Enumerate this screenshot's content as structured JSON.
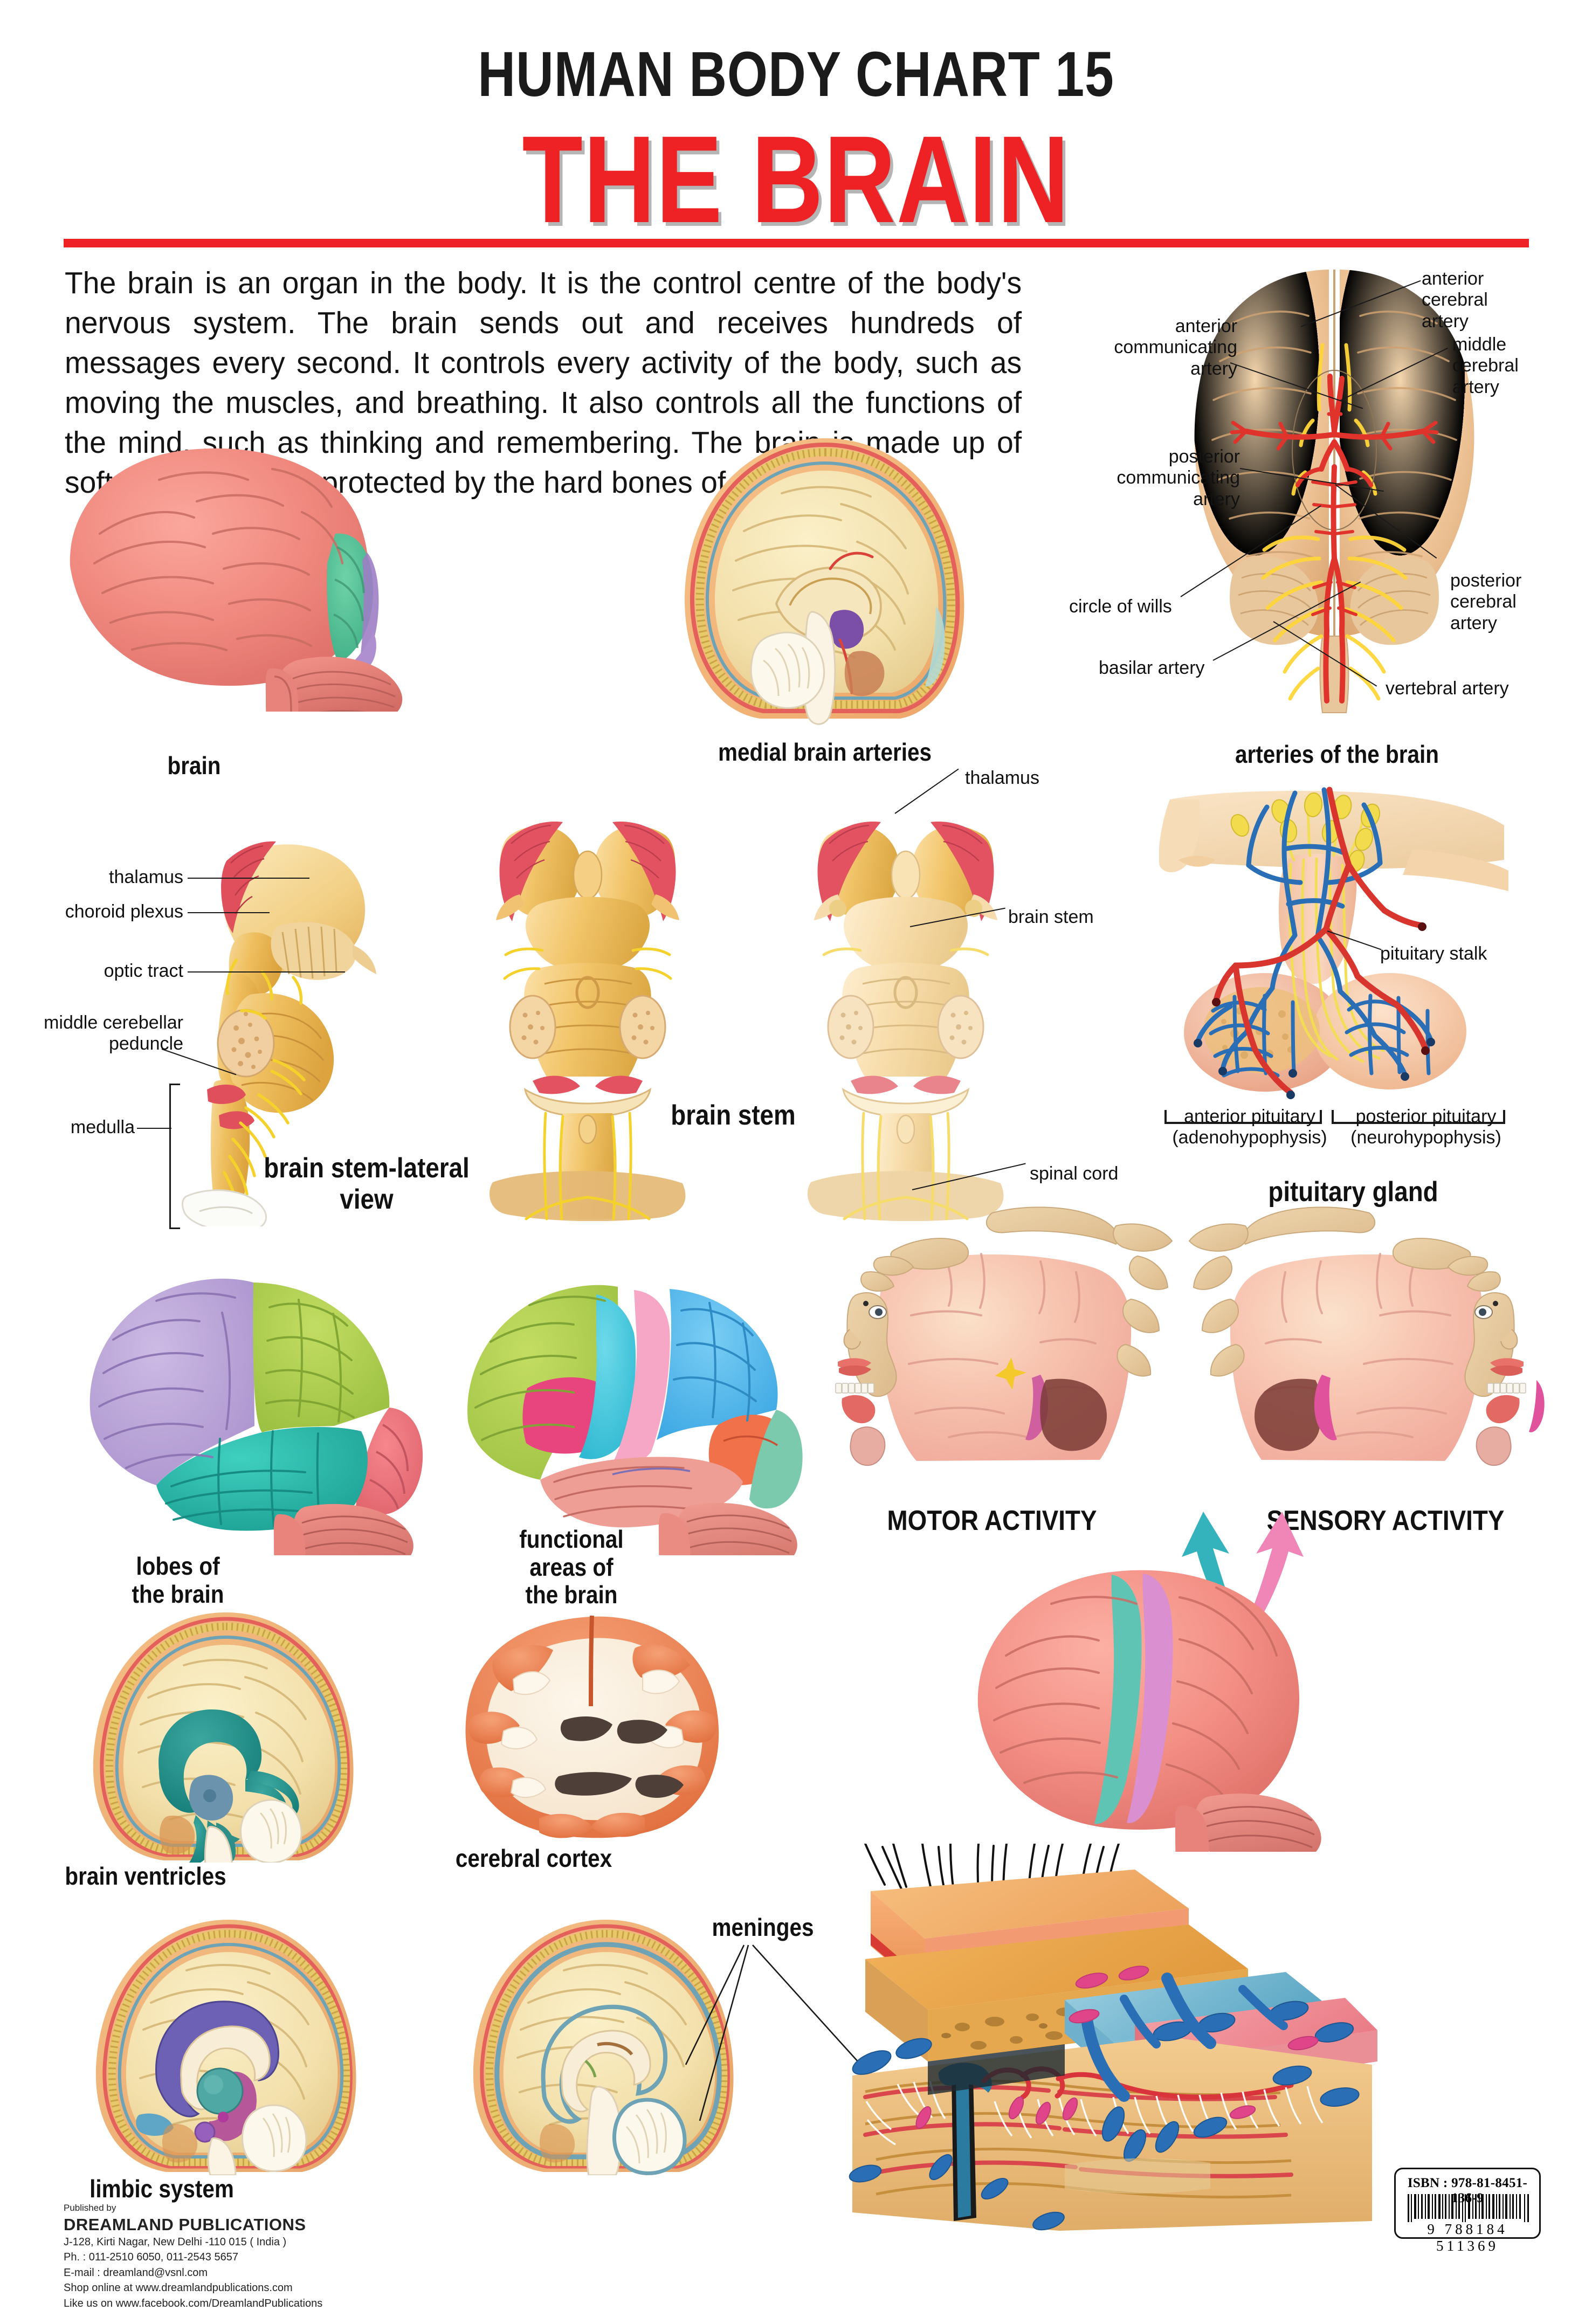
{
  "header": {
    "chart_number": "HUMAN BODY CHART 15",
    "title": "THE BRAIN",
    "divider_color": "#ee2225",
    "title_color": "#ee2225"
  },
  "intro": {
    "paragraph": "The brain is an organ in the body. It is the control centre of the body's nervous system. The brain sends out and receives hundreds of messages every second. It controls every activity of the body, such as moving the muscles, and breathing. It also controls all the functions of the mind, such as thinking and remembering. The brain is made up of soft tissue which is protected by the hard bones of the skull."
  },
  "figures": [
    {
      "id": "brain",
      "caption": "brain"
    },
    {
      "id": "medial-brain-arteries",
      "caption": "medial brain arteries"
    },
    {
      "id": "arteries-of-the-brain",
      "caption": "arteries of the brain"
    },
    {
      "id": "brain-stem-lateral-view",
      "caption": "brain stem-lateral\nview"
    },
    {
      "id": "brain-stem",
      "caption": "brain stem"
    },
    {
      "id": "pituitary-gland",
      "caption": "pituitary gland"
    },
    {
      "id": "lobes-of-the-brain",
      "caption": "lobes of\nthe brain"
    },
    {
      "id": "functional-areas-of-the-brain",
      "caption": "functional\nareas of\nthe brain"
    },
    {
      "id": "motor-activity",
      "caption": "MOTOR ACTIVITY"
    },
    {
      "id": "sensory-activity",
      "caption": "SENSORY ACTIVITY"
    },
    {
      "id": "brain-ventricles",
      "caption": "brain ventricles"
    },
    {
      "id": "cerebral-cortex",
      "caption": "cerebral cortex"
    },
    {
      "id": "limbic-system",
      "caption": "limbic system"
    },
    {
      "id": "meninges",
      "caption": "meninges"
    }
  ],
  "captions": {
    "brain": "brain",
    "medial_brain_arteries": "medial brain arteries",
    "arteries_of_the_brain": "arteries of the brain",
    "brain_stem_lateral_line1": "brain stem-lateral",
    "brain_stem_lateral_line2": "view",
    "brain_stem": "brain stem",
    "pituitary_gland": "pituitary gland",
    "lobes_line1": "lobes of",
    "lobes_line2": "the brain",
    "functional_line1": "functional",
    "functional_line2": "areas of",
    "functional_line3": "the brain",
    "motor_activity": "MOTOR ACTIVITY",
    "sensory_activity": "SENSORY ACTIVITY",
    "brain_ventricles": "brain ventricles",
    "cerebral_cortex": "cerebral cortex",
    "limbic_system": "limbic system",
    "meninges": "meninges"
  },
  "annotations": {
    "arteries": {
      "anterior_cerebral_artery": "anterior\ncerebral\nartery",
      "middle_cerebral_artery": "middle\ncerebral\nartery",
      "posterior_cerebral_artery": "posterior\ncerebral\nartery",
      "anterior_communicating_artery": "anterior\ncommunicating\nartery",
      "posterior_communicating_artery": "posterior\ncommunicating\nartery",
      "circle_of_wills": "circle of wills",
      "basilar_artery": "basilar artery",
      "vertebral_artery": "vertebral artery"
    },
    "brain_stem_lateral": {
      "thalamus": "thalamus",
      "choroid_plexus": "choroid plexus",
      "optic_tract": "optic tract",
      "middle_cerebellar_peduncle": "middle cerebellar\npeduncle",
      "medulla": "medulla"
    },
    "brain_stem": {
      "thalamus": "thalamus",
      "brain_stem": "brain stem",
      "spinal_cord": "spinal cord"
    },
    "pituitary": {
      "pituitary_stalk": "pituitary stalk",
      "anterior_pituitary_l1": "anterior pituitary",
      "anterior_pituitary_l2": "(adenohypophysis)",
      "posterior_pituitary_l1": "posterior pituitary",
      "posterior_pituitary_l2": "(neurohypophysis)"
    }
  },
  "lobe_colors": {
    "frontal": "#b9a2d8",
    "parietal": "#aed04f",
    "temporal": "#27b8ac",
    "occipital": "#ef7078"
  },
  "functional_area_colors": {
    "motor": "#aed04f",
    "premotor": "#e8447e",
    "somatosensory": "#f6a0c0",
    "cyan_band": "#44c6dd",
    "parietal_blue": "#4fb8ee",
    "orange_area": "#f1714a",
    "auditory_purple": "#9b8ed0",
    "occipital_green": "#79c9ae"
  },
  "motor_sensory": {
    "motor_arrow_color": "#35b3bd",
    "sensory_arrow_color": "#ef86b7",
    "motor_strip_color": "#5fc4b4",
    "sensory_strip_color": "#d98fd0"
  },
  "publisher": {
    "byline": "Published by",
    "name": "DREAMLAND  PUBLICATIONS",
    "address": "J-128, Kirti Nagar, New Delhi -110 015 ( India )",
    "phone": "Ph. : 011-2510 6050, 011-2543 5657",
    "email": "E-mail : dreamland@vsnl.com",
    "shop": "Shop online at www.dreamlandpublications.com",
    "facebook": "Like us on www.facebook.com/DreamlandPublications"
  },
  "isbn": {
    "label": "ISBN : 978-81-8451-136-9",
    "digits": "9 788184 511369"
  }
}
